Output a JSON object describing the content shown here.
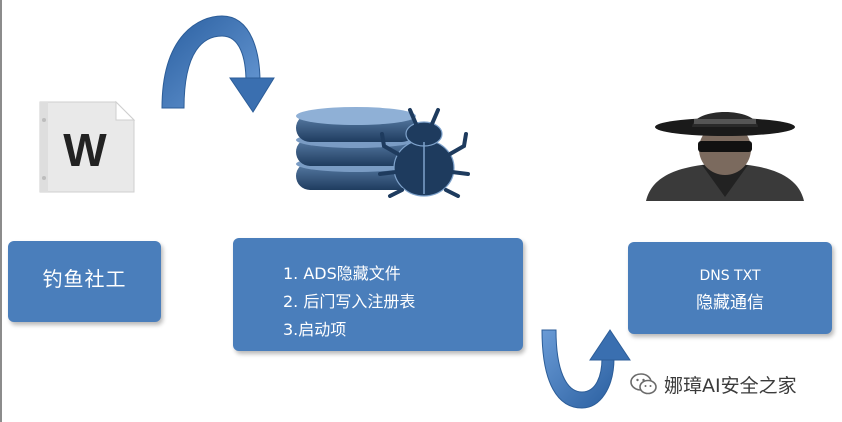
{
  "diagram": {
    "steps": [
      {
        "label": "钓鱼社工"
      },
      {
        "lines": [
          "1. ADS隐藏文件",
          "2. 后门写入注册表",
          "3.启动项"
        ]
      },
      {
        "line1": "DNS TXT",
        "line2": "隐藏通信"
      }
    ],
    "doc_icon_letter": "W",
    "icons": [
      "word-document-icon",
      "database-bug-icon",
      "hacker-icon",
      "curved-arrow-icon"
    ],
    "colors": {
      "box": "#4a7ebb",
      "arrow": "#3f72b0",
      "box_text": "#ffffff"
    }
  },
  "watermark": {
    "text": "娜璋AI安全之家",
    "icon": "wechat-icon"
  }
}
